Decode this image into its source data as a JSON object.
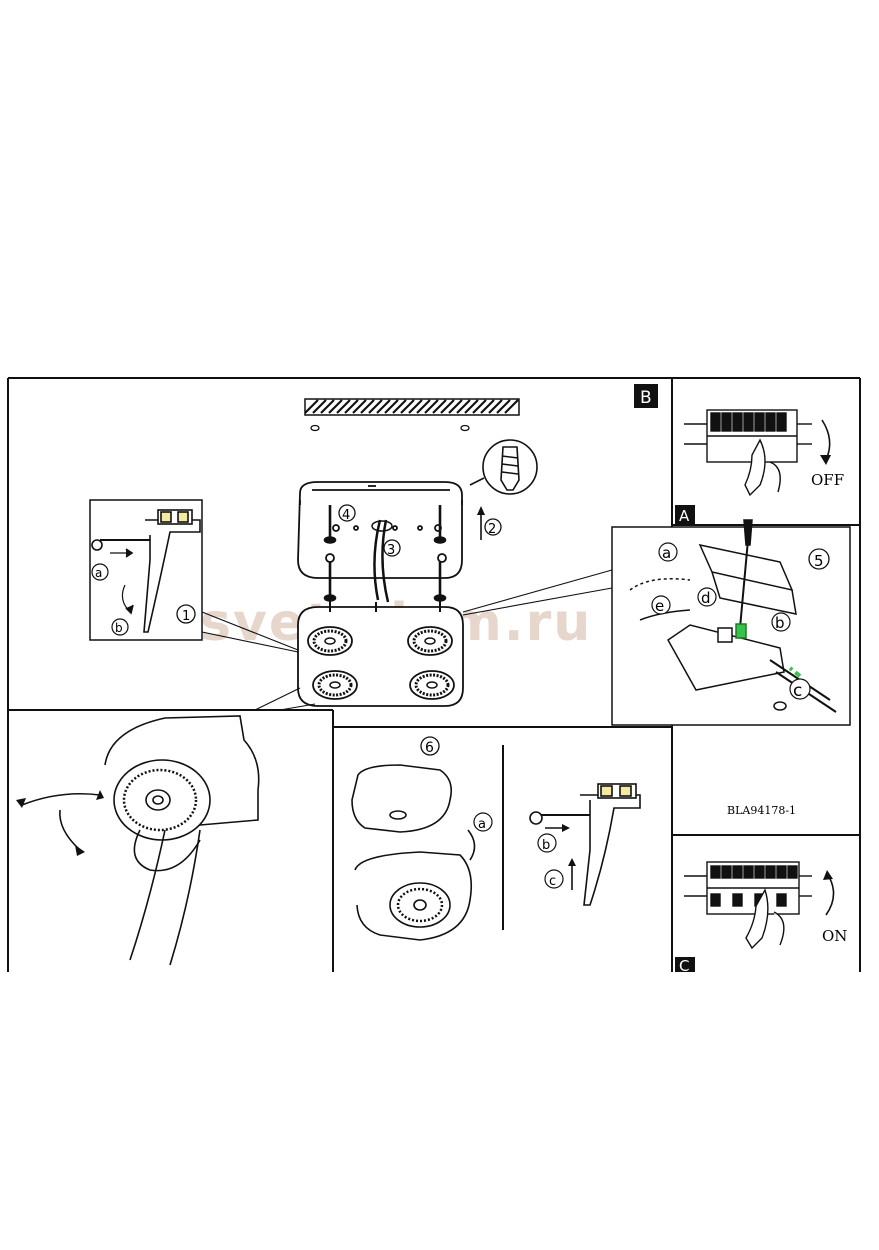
{
  "section_badges": {
    "b": "B",
    "a": "A",
    "c": "C"
  },
  "steps": {
    "s1": "1",
    "s2": "2",
    "s3": "3",
    "s4": "4",
    "s5": "5",
    "s6": "6"
  },
  "sub_labels": {
    "p1_a": "a",
    "p1_b": "b",
    "p5_a": "a",
    "p5_b": "b",
    "p5_c": "c",
    "p5_d": "d",
    "p5_e": "e",
    "p6_a": "a",
    "p6_b": "b",
    "p6_c": "c"
  },
  "switch_labels": {
    "off": "OFF",
    "on": "ON"
  },
  "model_code": "BLA94178-1",
  "watermark": "svetodom.ru",
  "colors": {
    "line": "#111111",
    "accent_green": "#38c24a",
    "watermark": "#e6d6cc",
    "badge": "#111111"
  }
}
